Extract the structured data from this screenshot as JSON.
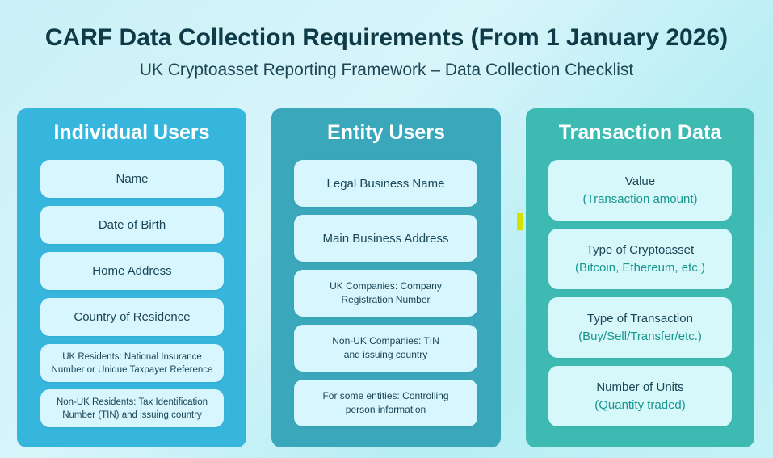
{
  "header": {
    "title": "CARF Data Collection Requirements (From 1 January 2026)",
    "subtitle": "UK Cryptoasset Reporting Framework – Data Collection Checklist"
  },
  "panels": [
    {
      "title": "Individual Users",
      "items": [
        "Name",
        "Date of Birth",
        "Home Address",
        "Country of Residence",
        "UK Residents: National Insurance Number or Unique Taxpayer Reference",
        "Non-UK Residents: Tax Identification Number (TIN) and issuing country"
      ]
    },
    {
      "title": "Entity Users",
      "items": [
        "Legal Business Name",
        "Main Business Address",
        "UK Companies: Company Registration Number",
        "Non-UK Companies: TIN and issuing country",
        "For some entities: Controlling person information"
      ]
    },
    {
      "title": "Transaction Data",
      "items": [
        {
          "label": "Value",
          "detail": "(Transaction amount)"
        },
        {
          "label": "Type of Cryptoasset",
          "detail": "(Bitcoin, Ethereum, etc.)"
        },
        {
          "label": "Type of Transaction",
          "detail": "(Buy/Sell/Transfer/etc.)"
        },
        {
          "label": "Number of Units",
          "detail": "(Quantity traded)"
        }
      ]
    }
  ],
  "colors": {
    "individual": "#36b6dc",
    "entity": "#3aa7ba",
    "transaction": "#3dbab2",
    "item_bg": "#d8f6fd"
  }
}
